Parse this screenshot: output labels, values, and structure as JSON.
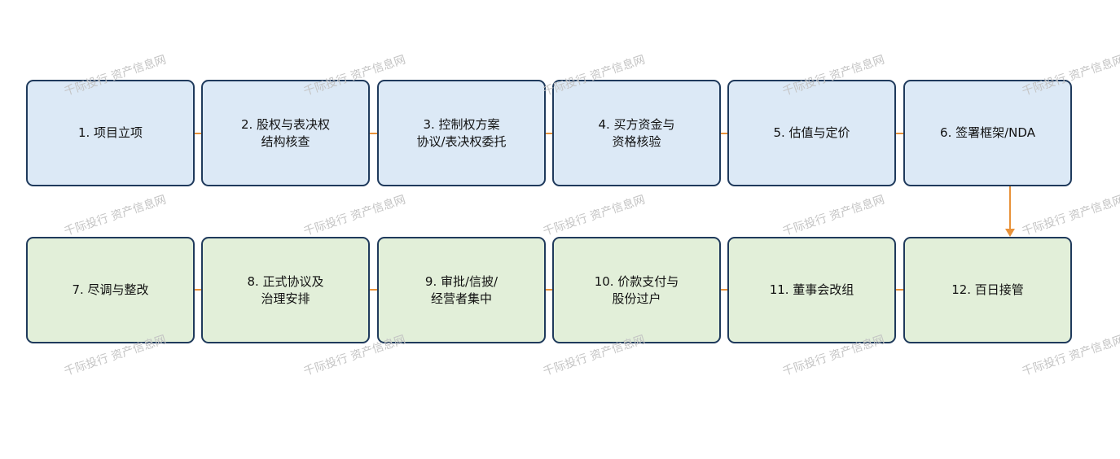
{
  "steps_row1": [
    {
      "label": "1. 项目立项"
    },
    {
      "label": "2. 股权与表决权\n结构核查"
    },
    {
      "label": "3. 控制权方案\n协议/表决权委托"
    },
    {
      "label": "4. 买方资金与\n资格核验"
    },
    {
      "label": "5. 估值与定价"
    },
    {
      "label": "6. 签署框架/NDA"
    }
  ],
  "steps_row2": [
    {
      "label": "7. 尽调与整改"
    },
    {
      "label": "8. 正式协议及\n治理安排"
    },
    {
      "label": "9. 审批/信披/\n经营者集中"
    },
    {
      "label": "10. 价款支付与\n股份过户"
    },
    {
      "label": "11. 董事会改组"
    },
    {
      "label": "12. 百日接管"
    }
  ],
  "watermark": "千际投行 资产信息网",
  "colors": {
    "row1_fill": "#dce9f6",
    "row2_fill": "#e2efd9",
    "border": "#1f3a5c",
    "connector": "#e8923a",
    "watermark": "#c4c4c4"
  }
}
